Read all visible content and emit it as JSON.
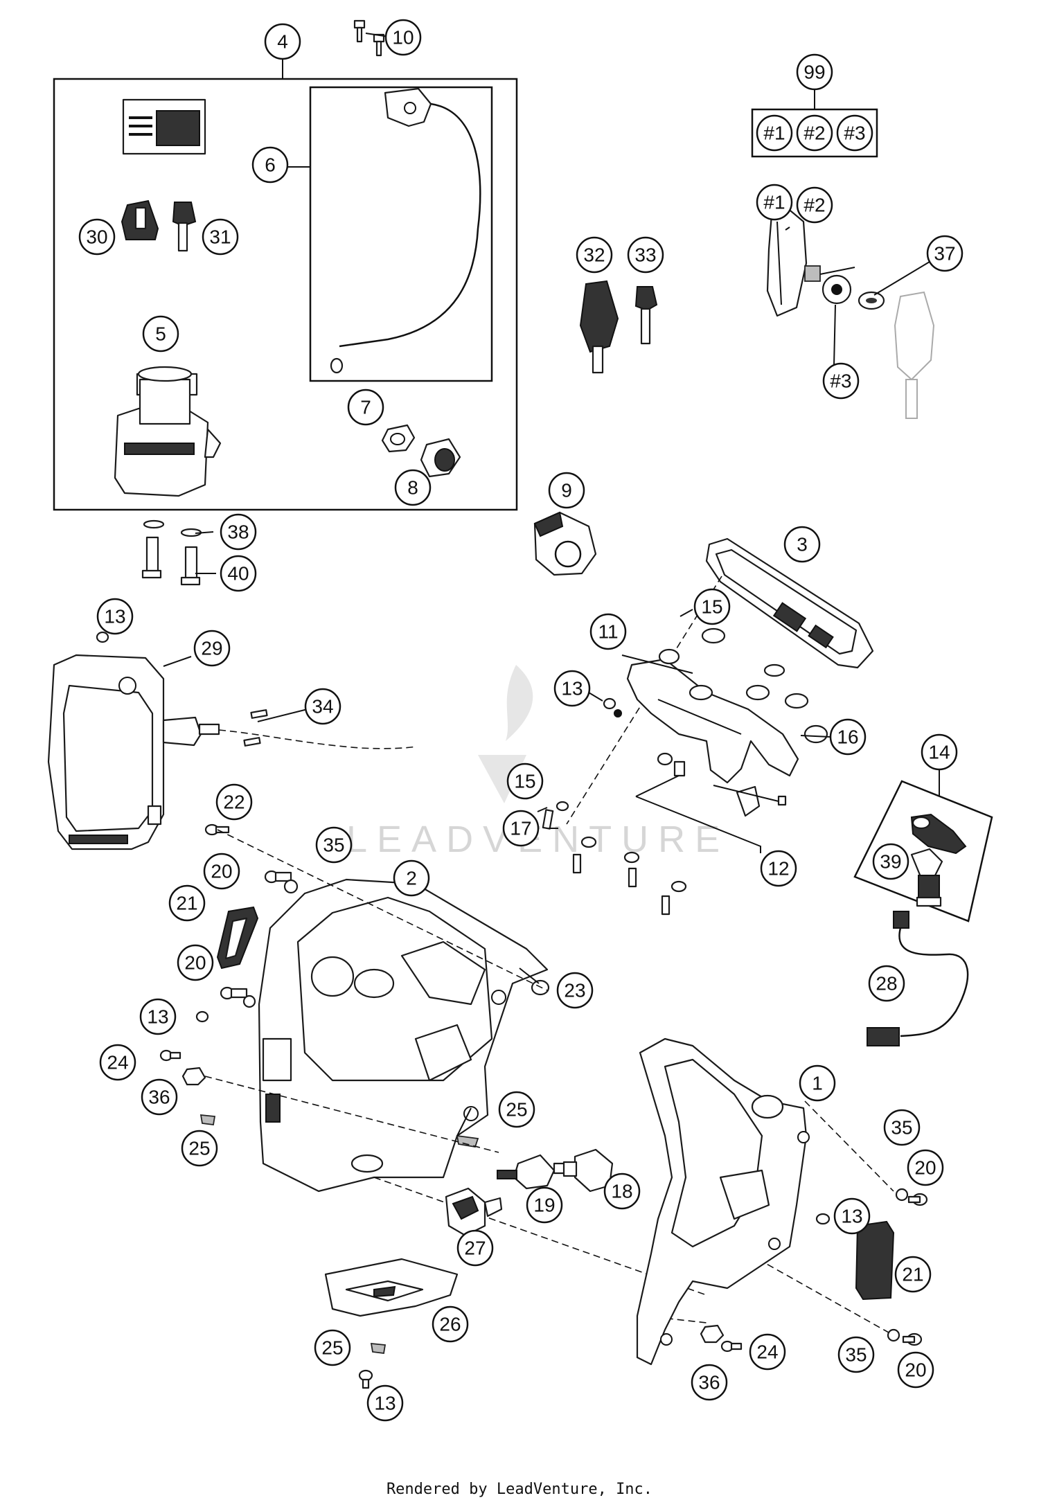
{
  "diagram": {
    "callouts": [
      "1",
      "2",
      "3",
      "4",
      "5",
      "6",
      "7",
      "8",
      "9",
      "10",
      "11",
      "12",
      "13",
      "14",
      "15",
      "16",
      "17",
      "18",
      "19",
      "20",
      "21",
      "22",
      "23",
      "24",
      "25",
      "26",
      "27",
      "28",
      "29",
      "30",
      "31",
      "32",
      "33",
      "34",
      "35",
      "36",
      "37",
      "38",
      "39",
      "40",
      "99",
      "#1",
      "#2",
      "#3"
    ],
    "watermark": "LEADVENTURE",
    "footer": "Rendered by LeadVenture, Inc."
  }
}
